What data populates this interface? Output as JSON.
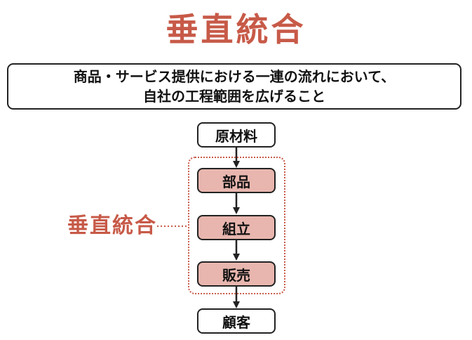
{
  "title": "垂直統合",
  "definition": {
    "line1": "商品・サービス提供における一連の流れにおいて、",
    "line2": "自社の工程範囲を広げること"
  },
  "flow": {
    "steps": [
      "原材料",
      "部品",
      "組立",
      "販売",
      "顧客"
    ]
  },
  "group_label": "垂直統合",
  "colors": {
    "accent": "#c75a48",
    "highlight_fill": "#e8b6ae",
    "border": "#222222"
  }
}
